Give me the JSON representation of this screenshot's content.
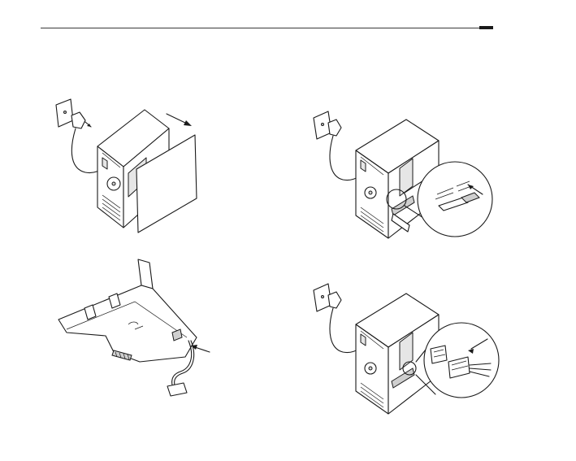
{
  "illustrations": [
    {
      "icon": "pc-side-panel-removal"
    },
    {
      "icon": "pcie-card-insertion"
    },
    {
      "icon": "pcie-card-cable"
    },
    {
      "icon": "header-connection"
    }
  ]
}
